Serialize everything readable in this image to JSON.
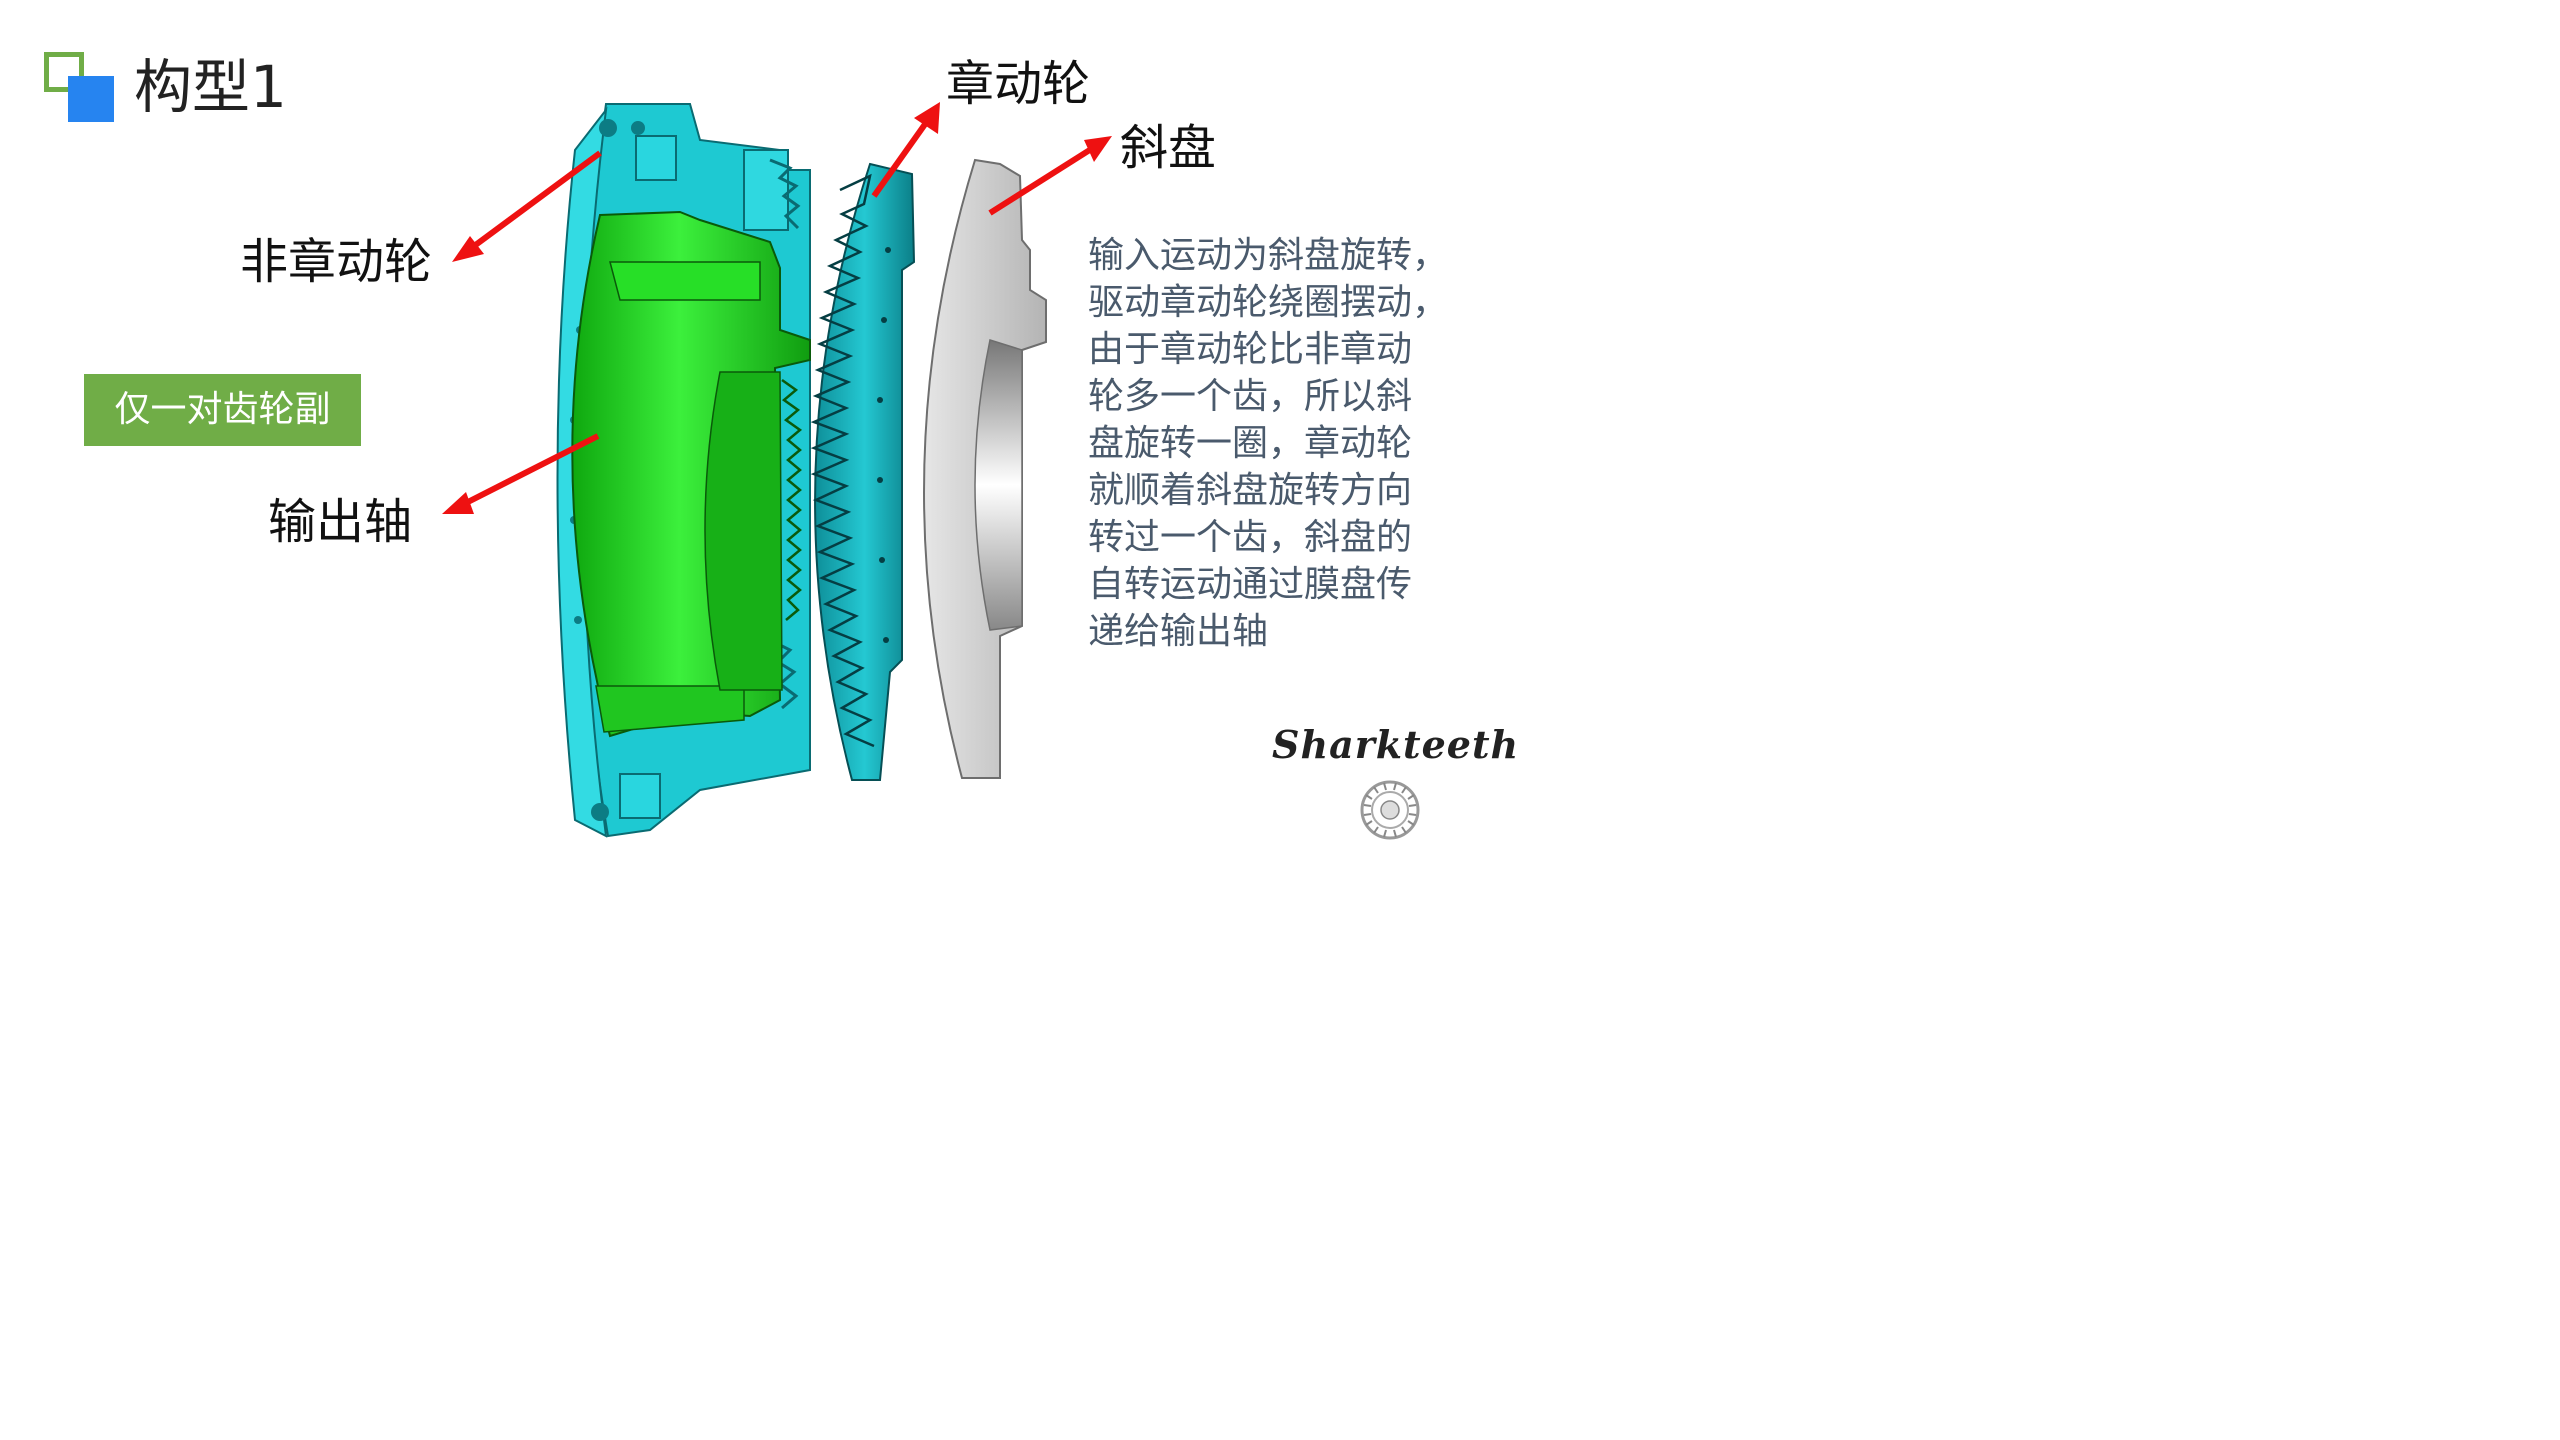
{
  "title": "构型1",
  "labels": {
    "fixed_gear": "非章动轮",
    "nutation_gear": "章动轮",
    "swash_plate": "斜盘",
    "output_shaft": "输出轴"
  },
  "badge": "仅一对齿轮副",
  "description_lines": [
    "输入运动为斜盘旋转，",
    "驱动章动轮绕圈摆动，",
    "由于章动轮比非章动",
    "轮多一个齿，所以斜",
    "盘旋转一圈，章动轮",
    "就顺着斜盘旋转方向",
    "转过一个齿，斜盘的",
    "自转运动通过膜盘传",
    "递给输出轴"
  ],
  "brand": "Sharkteeth",
  "colors": {
    "accent_green": "#70ad47",
    "accent_blue": "#2684f0",
    "housing_cyan": "#22d3dc",
    "output_green": "#2ee82e",
    "arrow_red": "#ee1111",
    "plate_gray": "#c8c8c8"
  }
}
